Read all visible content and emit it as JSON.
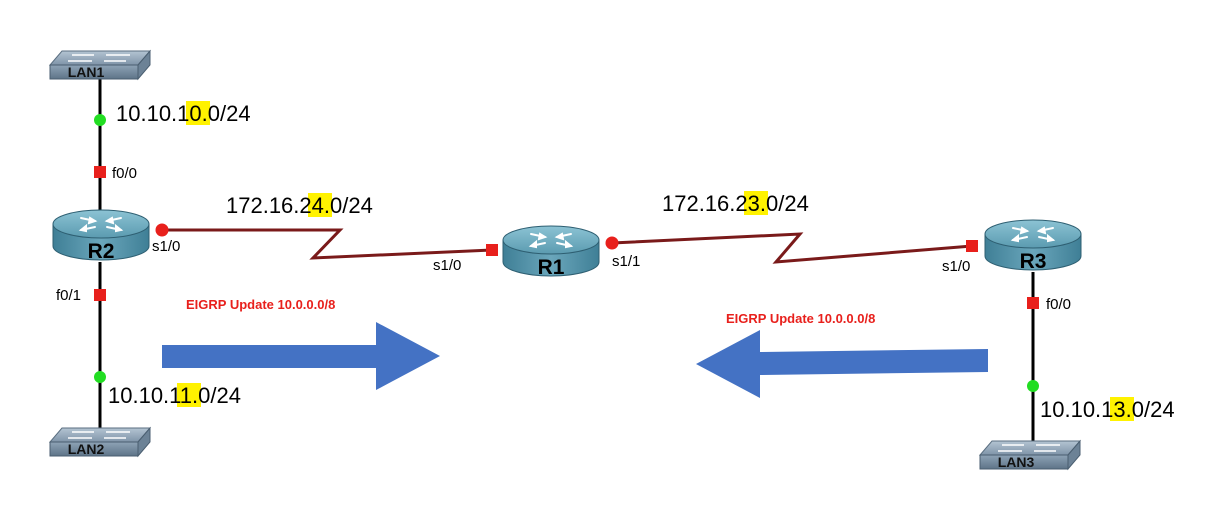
{
  "switches": [
    {
      "id": "lan1",
      "label": "LAN1"
    },
    {
      "id": "lan2",
      "label": "LAN2"
    },
    {
      "id": "lan3",
      "label": "LAN3"
    }
  ],
  "routers": [
    {
      "id": "r1",
      "label": "R1"
    },
    {
      "id": "r2",
      "label": "R2"
    },
    {
      "id": "r3",
      "label": "R3"
    }
  ],
  "ports": {
    "r2_lan": "f0/0",
    "r2_lan2": "f0/1",
    "r2_serial": "s1/0",
    "r1_left": "s1/0",
    "r1_right": "s1/1",
    "r3_serial": "s1/0",
    "r3_lan": "f0/0"
  },
  "networks": {
    "lan1": {
      "prefix": "10.10.",
      "octet": "10",
      "suffix": ".0/24"
    },
    "lan2": {
      "prefix": "10.10.",
      "octet": "11",
      "suffix": ".0/24"
    },
    "lan3": {
      "prefix": "10.10.",
      "octet": "13",
      "suffix": ".0/24"
    },
    "link_r2_r1": {
      "prefix": "172.16.",
      "octet": "24",
      "suffix": ".0/24"
    },
    "link_r1_r3": {
      "prefix": "172.16.",
      "octet": "23",
      "suffix": ".0/24"
    }
  },
  "updates": {
    "left": "EIGRP Update 10.0.0.0/8",
    "right": "EIGRP Update 10.0.0.0/8"
  },
  "colors": {
    "cable": "#000000",
    "serial_link": "#7a1a1a",
    "port_down": "#e8201c",
    "port_up": "#22dd22",
    "arrow": "#4472c4",
    "highlight": "#fff200",
    "update_text": "#e8201c"
  }
}
